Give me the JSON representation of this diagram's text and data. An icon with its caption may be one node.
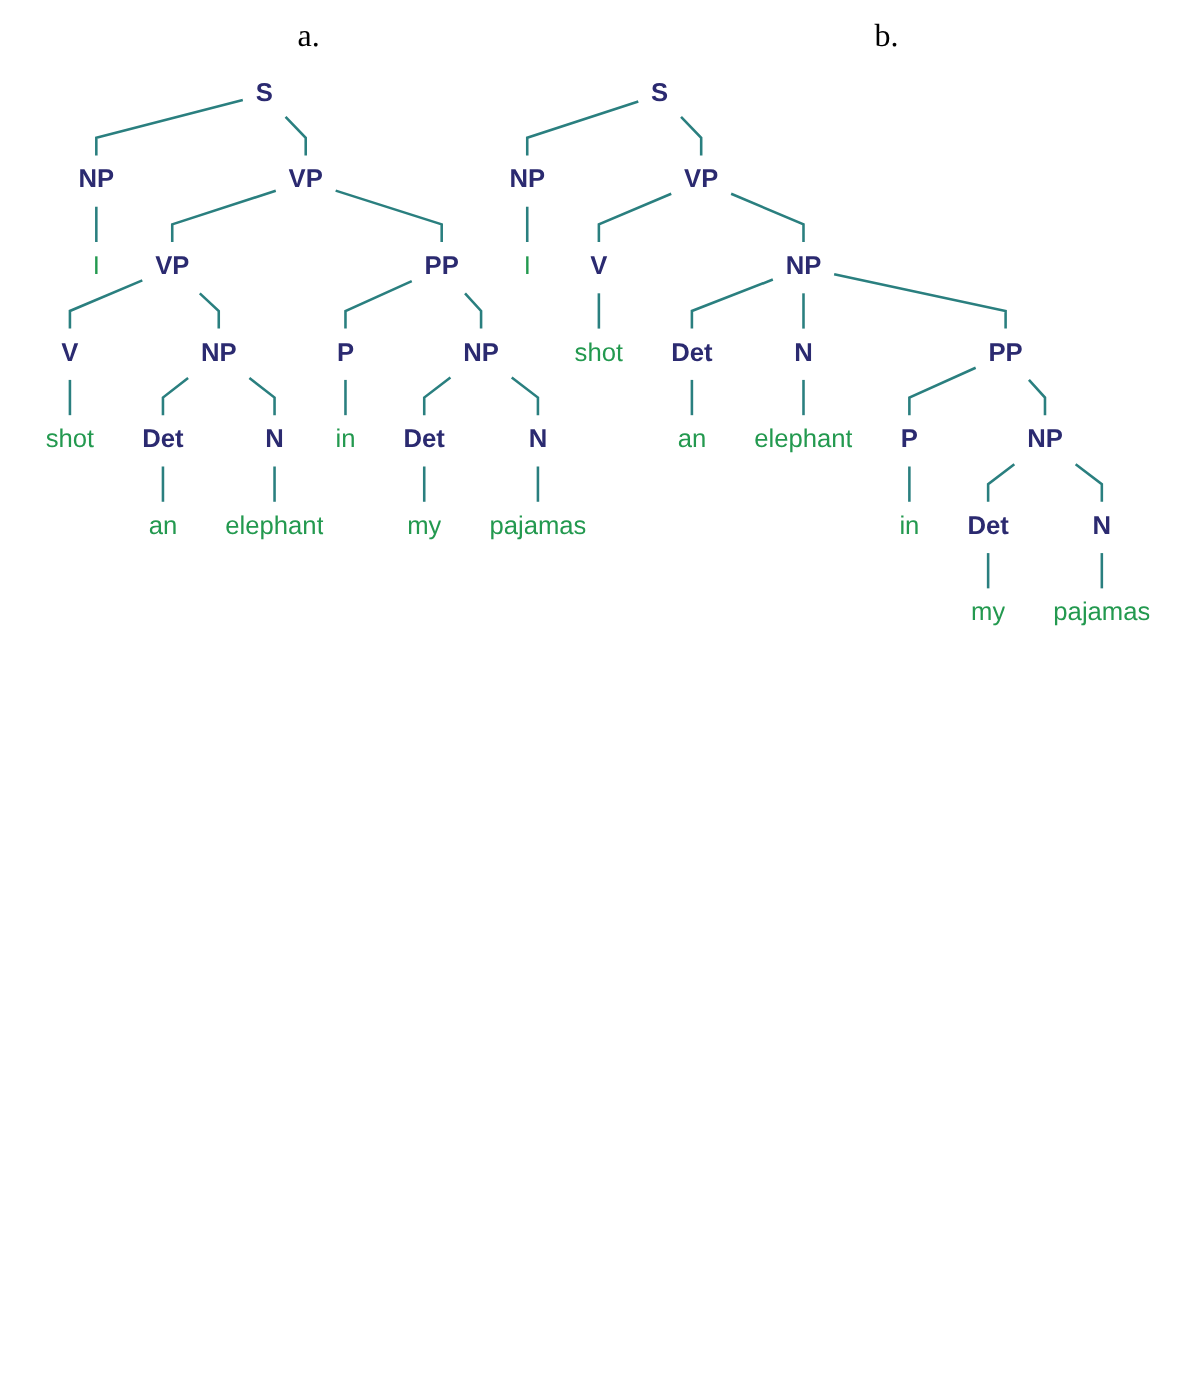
{
  "diagram": {
    "nodes": [
      {
        "text": [
          "S"
        ]
      },
      {
        "text": [
          "NP"
        ]
      },
      {
        "text": [
          "VP"
        ]
      },
      {
        "text": [
          "I"
        ]
      },
      {
        "text": [
          "VP"
        ]
      },
      {
        "text": [
          "PP"
        ]
      },
      {
        "text": [
          "V"
        ]
      },
      {
        "text": [
          "NP"
        ]
      },
      {
        "text": [
          "P"
        ]
      },
      {
        "text": [
          "NP"
        ]
      },
      {
        "text": [
          "shot"
        ]
      },
      {
        "text": [
          "Det"
        ]
      },
      {
        "text": [
          "N"
        ]
      },
      {
        "text": [
          "in"
        ]
      },
      {
        "text": [
          "Det"
        ]
      },
      {
        "text": [
          "N"
        ]
      },
      {
        "text": [
          "an"
        ]
      },
      {
        "text": [
          "elephant"
        ]
      },
      {
        "text": [
          "my"
        ]
      },
      {
        "text": [
          "pajamas"
        ]
      },
      {
        "text": [
          "S"
        ]
      },
      {
        "text": [
          "NP"
        ]
      },
      {
        "text": [
          "VP"
        ]
      },
      {
        "text": [
          "I"
        ]
      },
      {
        "text": [
          "V"
        ]
      },
      {
        "text": [
          "NP"
        ]
      },
      {
        "text": [
          "shot"
        ]
      },
      {
        "text": [
          "Det"
        ]
      },
      {
        "text": [
          "N"
        ]
      },
      {
        "text": [
          "PP"
        ]
      },
      {
        "text": [
          "an"
        ]
      },
      {
        "text": [
          "elephant"
        ]
      },
      {
        "text": [
          "P"
        ]
      },
      {
        "text": [
          "NP"
        ]
      },
      {
        "text": [
          "in"
        ]
      },
      {
        "text": [
          "Det"
        ]
      },
      {
        "text": [
          "N"
        ]
      },
      {
        "text": [
          "my"
        ]
      },
      {
        "text": [
          "pajamas"
        ]
      }
    ],
    "edges": [
      {
        "from": 0,
        "to": 1,
        "arrow": "none"
      },
      {
        "from": 0,
        "to": 2,
        "arrow": "none"
      },
      {
        "from": 1,
        "to": 3,
        "arrow": "none"
      },
      {
        "from": 2,
        "to": 4,
        "arrow": "none"
      },
      {
        "from": 2,
        "to": 5,
        "arrow": "none"
      },
      {
        "from": 4,
        "to": 6,
        "arrow": "none"
      },
      {
        "from": 4,
        "to": 7,
        "arrow": "none"
      },
      {
        "from": 5,
        "to": 8,
        "arrow": "none"
      },
      {
        "from": 5,
        "to": 9,
        "arrow": "none"
      },
      {
        "from": 6,
        "to": 10,
        "arrow": "none"
      },
      {
        "from": 7,
        "to": 11,
        "arrow": "none"
      },
      {
        "from": 7,
        "to": 12,
        "arrow": "none"
      },
      {
        "from": 8,
        "to": 13,
        "arrow": "none"
      },
      {
        "from": 9,
        "to": 14,
        "arrow": "none"
      },
      {
        "from": 9,
        "to": 15,
        "arrow": "none"
      },
      {
        "from": 11,
        "to": 16,
        "arrow": "none"
      },
      {
        "from": 12,
        "to": 17,
        "arrow": "none"
      },
      {
        "from": 14,
        "to": 18,
        "arrow": "none"
      },
      {
        "from": 15,
        "to": 19,
        "arrow": "none"
      },
      {
        "from": 20,
        "to": 21,
        "arrow": "none"
      },
      {
        "from": 20,
        "to": 22,
        "arrow": "none"
      },
      {
        "from": 21,
        "to": 23,
        "arrow": "none"
      },
      {
        "from": 22,
        "to": 24,
        "arrow": "none"
      },
      {
        "from": 22,
        "to": 25,
        "arrow": "none"
      },
      {
        "from": 24,
        "to": 26,
        "arrow": "none"
      },
      {
        "from": 25,
        "to": 27,
        "arrow": "none"
      },
      {
        "from": 25,
        "to": 28,
        "arrow": "none"
      },
      {
        "from": 25,
        "to": 29,
        "arrow": "none"
      },
      {
        "from": 27,
        "to": 30,
        "arrow": "none"
      },
      {
        "from": 28,
        "to": 31,
        "arrow": "none"
      },
      {
        "from": 29,
        "to": 32,
        "arrow": "none"
      },
      {
        "from": 29,
        "to": 33,
        "arrow": "none"
      },
      {
        "from": 32,
        "to": 34,
        "arrow": "none"
      },
      {
        "from": 33,
        "to": 35,
        "arrow": "none"
      },
      {
        "from": 33,
        "to": 36,
        "arrow": "none"
      },
      {
        "from": 35,
        "to": 37,
        "arrow": "none"
      },
      {
        "from": 36,
        "to": 38,
        "arrow": "none"
      }
    ],
    "labels": [
      "a.",
      "b."
    ]
  }
}
